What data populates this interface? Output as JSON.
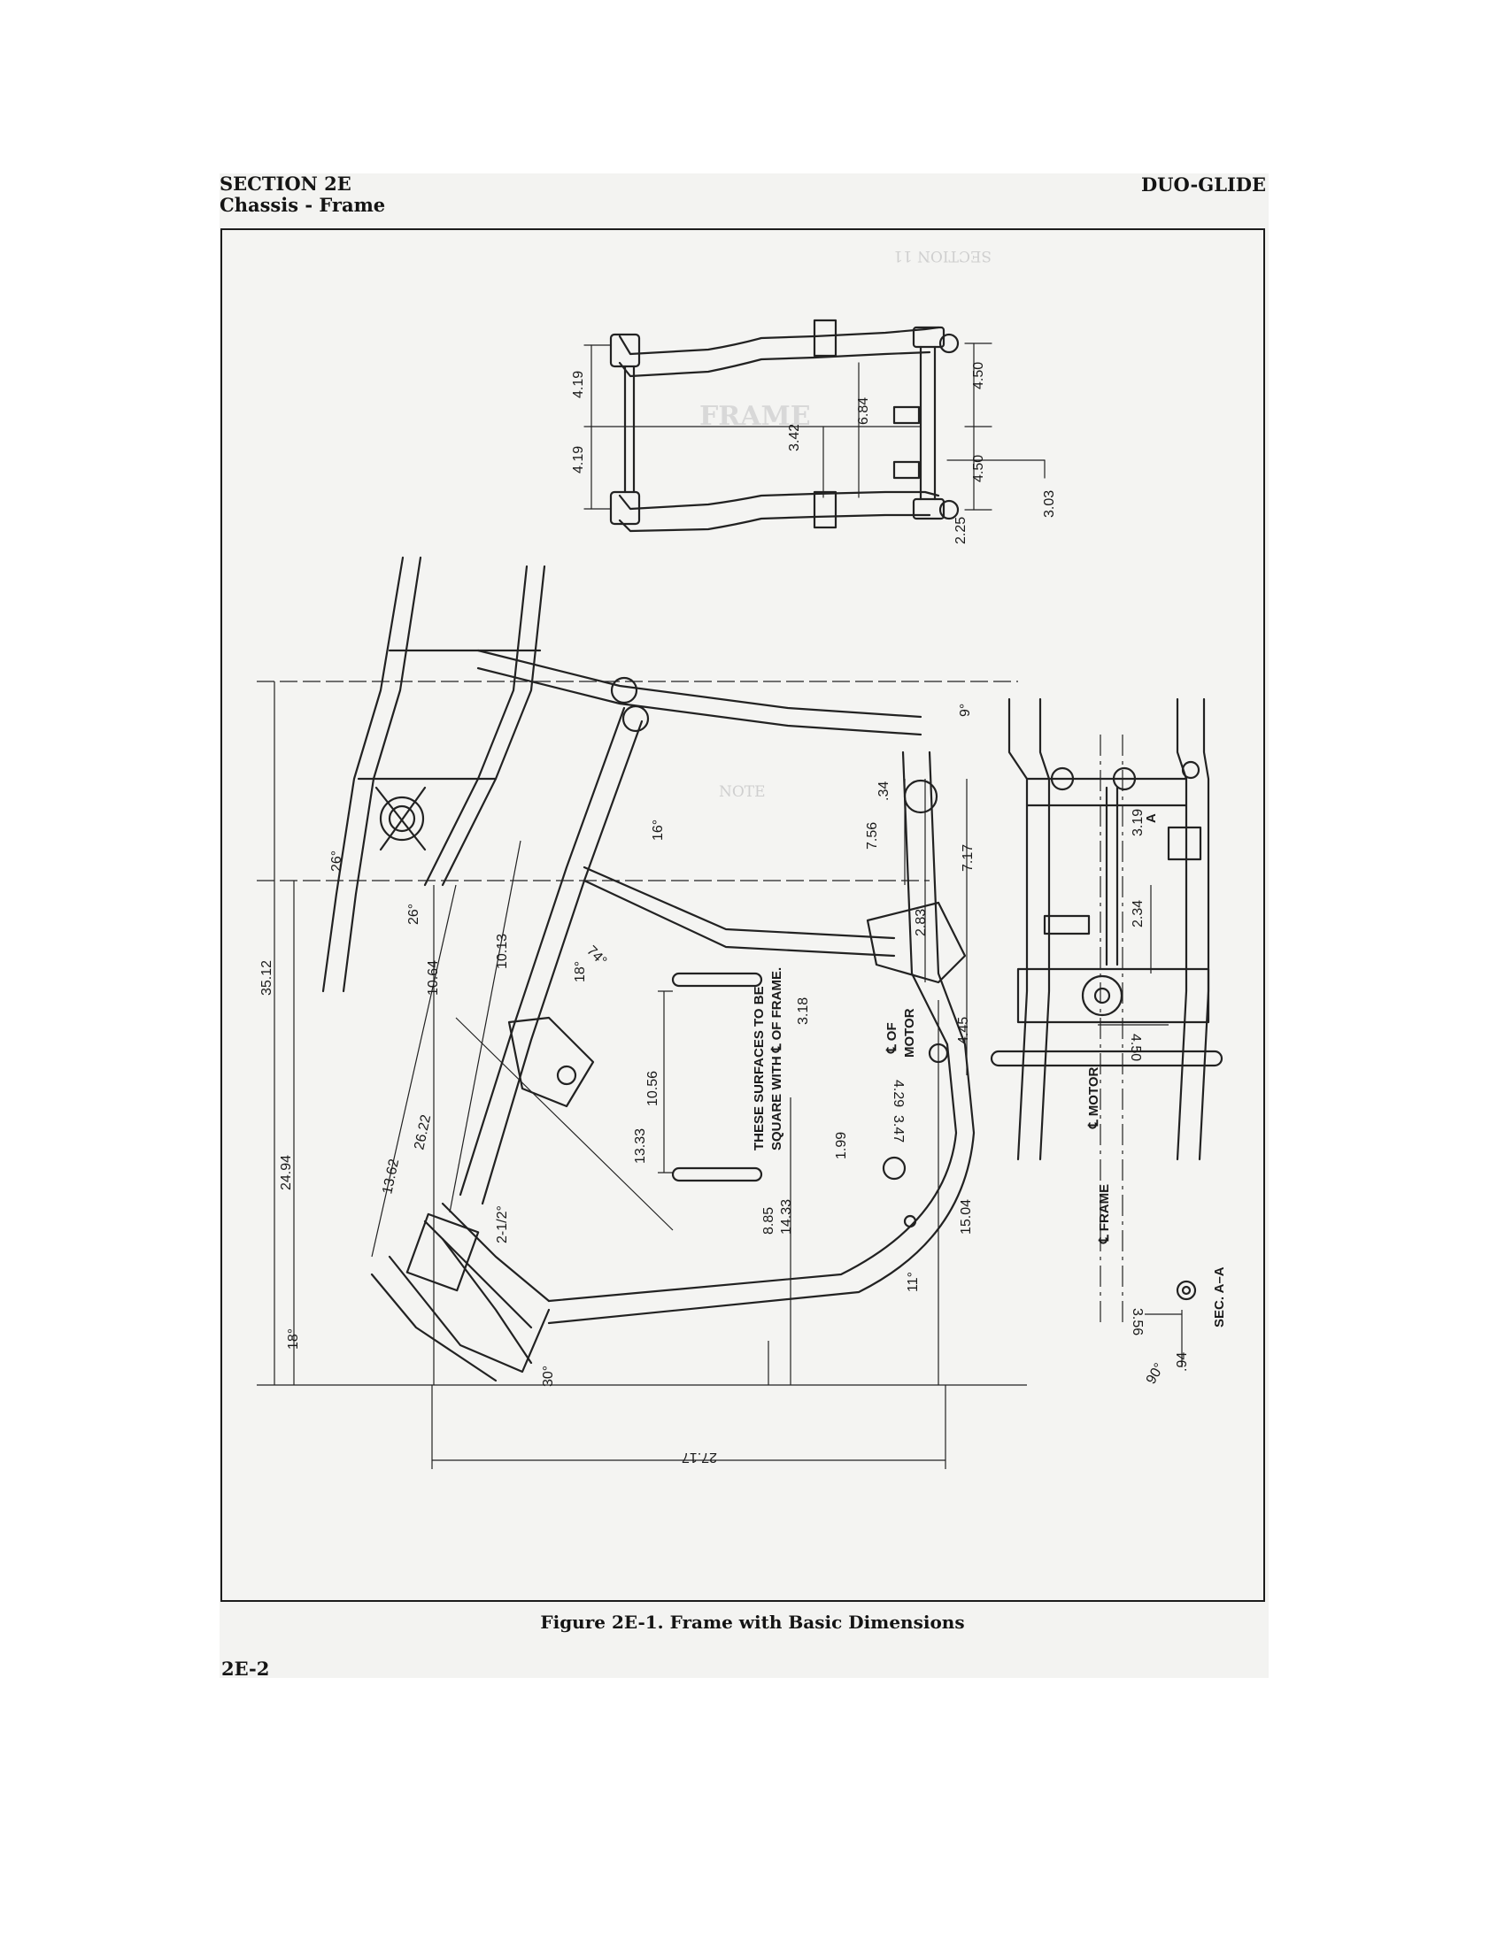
{
  "header": {
    "section": "SECTION 2E",
    "subsection": "Chassis - Frame",
    "manual": "DUO-GLIDE"
  },
  "figure": {
    "caption": "Figure 2E-1. Frame with Basic Dimensions",
    "dimensions": {
      "top_4_19_a": "4.19",
      "top_4_19_b": "4.19",
      "top_6_84": "6.84",
      "top_3_42": "3.42",
      "top_4_50_a": "4.50",
      "top_4_50_b": "4.50",
      "top_3_03": "3.03",
      "top_2_25": "2.25",
      "angle_9": "9°",
      "d_34": ".34",
      "d_7_56": "7.56",
      "d_7_17": "7.17",
      "d_2_83": "2.83",
      "d_3_18": "3.18",
      "d_4_45": "4.45",
      "d_4_29": "4.29",
      "d_3_47": "3.47",
      "d_1_99": "1.99",
      "d_15_04": "15.04",
      "d_8_85": "8.85",
      "d_14_33": "14.33",
      "angle_11": "11°",
      "d_35_12": "35.12",
      "d_24_94": "24.94",
      "angle_18_a": "18°",
      "angle_26_a": "26°",
      "angle_26_b": "26°",
      "d_10_64": "10.64",
      "d_10_13": "10.13",
      "angle_16": "16°",
      "angle_74": "74°",
      "angle_18_b": "18°",
      "d_10_56": "10.56",
      "d_13_33": "13.33",
      "d_13_62": "13.62",
      "d_26_22": "26.22",
      "angle_2_5": "2-1/2°",
      "angle_30": "30°",
      "d_27_17": "27.17",
      "d_3_19": "3.19",
      "d_2_34": "2.34",
      "d_4_50_side": "4.50",
      "d_3_56": "3.56",
      "d_94": ".94",
      "angle_90": "90°",
      "sec_a": "A",
      "sec_a_a": "SEC. A–A",
      "motor_cl": "℄ MOTOR",
      "frame_cl": "℄ FRAME",
      "cl_of_motor_1": "℄ OF",
      "cl_of_motor_2": "MOTOR",
      "note_surfaces_1": "THESE SURFACES TO BE",
      "note_surfaces_2": "SQUARE WITH ℄ OF FRAME."
    },
    "bleed_through": {
      "title": "FRAME",
      "section": "SECTION 11",
      "note": "NOTE"
    }
  },
  "footer": {
    "page_number": "2E-2"
  }
}
